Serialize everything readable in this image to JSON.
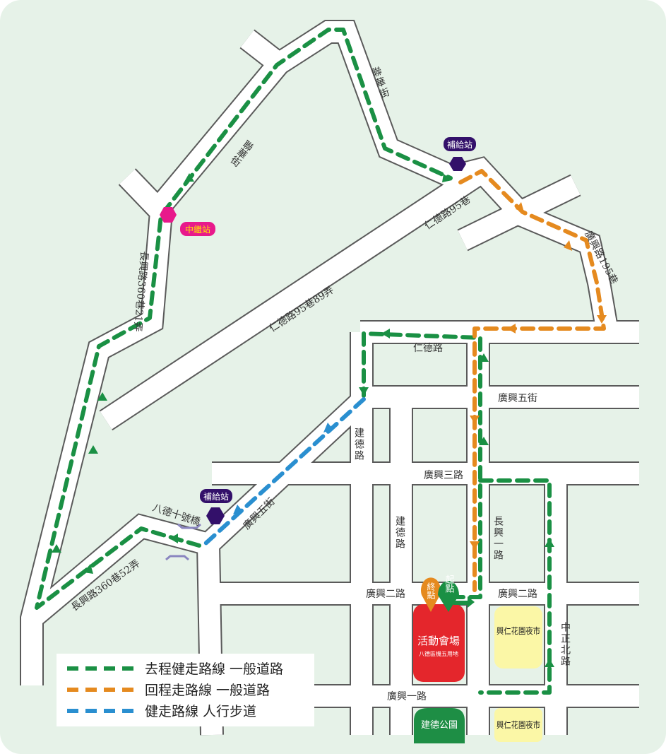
{
  "colors": {
    "background": "#e6f2e8",
    "go_route": "#1a9044",
    "return_route": "#e58a1f",
    "walk_route": "#2a8fd0",
    "supply": "#33106a",
    "relay": "#e8198b",
    "venue": "#e4262c",
    "night_market": "#fbf7a6",
    "park": "#1e8e45"
  },
  "streets": {
    "lianhua": "聯華街",
    "rende95": "仁德路95巷",
    "rende95_89": "仁德路95巷89弄",
    "guangxing195": "廣興路195巷",
    "changxing360_21": "長興路360巷21弄",
    "changxing360_52": "長興路360巷52弄",
    "bade10_bridge": "八德十號橋",
    "guangxing5_diag": "廣興五街",
    "rende": "仁德路",
    "guangxing5": "廣興五街",
    "jiande_upper": "建德路",
    "guangxing3": "廣興三路",
    "jiande_lower": "建德路",
    "changxing1": "長興一路",
    "guangxing2_left": "廣興二路",
    "guangxing2_right": "廣興二路",
    "zhongzheng_n": "中正北路",
    "guangxing1": "廣興一路"
  },
  "markers": {
    "supply_top": "補給站",
    "supply_bottom": "補給站",
    "relay": "中繼站",
    "start": "起點",
    "finish": "終點"
  },
  "places": {
    "venue_title": "活動會場",
    "venue_sub": "八德區機五用地",
    "night_market_1": "興仁花園夜市",
    "night_market_2": "興仁花園夜市",
    "park": "建德公園"
  },
  "legend": [
    {
      "label": "去程健走路線 一般道路",
      "color": "#1a9044"
    },
    {
      "label": "回程走路線 一般道路",
      "color": "#e58a1f"
    },
    {
      "label": "健走路線 人行步道",
      "color": "#2a8fd0"
    }
  ]
}
